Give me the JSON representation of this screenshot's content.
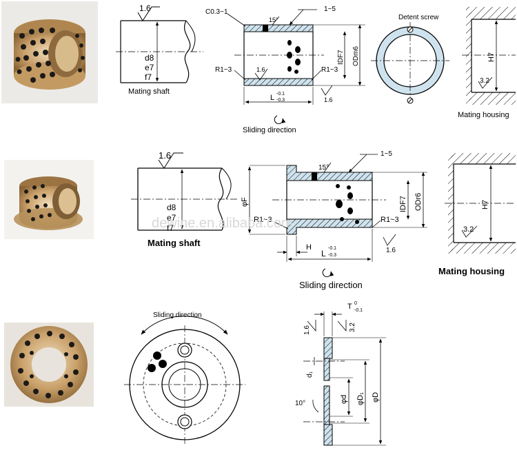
{
  "colors": {
    "bronze": "#c9a06a",
    "bronze_light": "#e6cfa4",
    "graphite": "#1c1a18",
    "liner": "#cfe3ee",
    "watermark": "#d8d8d8"
  },
  "icons": {
    "rotation": "rotation-arrow-icon",
    "roughness": "surface-roughness-icon",
    "screw": "detent-screw-icon"
  },
  "watermark": "dewine.en.alibaba.com",
  "row1": {
    "shaft": {
      "roughness": "1.6",
      "fits": [
        "d8",
        "e7",
        "f7"
      ],
      "caption": "Mating shaft"
    },
    "bushing": {
      "chamfer": "C0.3~1",
      "angle": "15°",
      "groove": "1~5",
      "radius_left": "R1~3",
      "radius_right": "R1~3",
      "roughness_inner": "1.6",
      "roughness_end": "1.6",
      "length": "L",
      "tol_upper": "-0.1",
      "tol_lower": "-0.3",
      "inner_dia": "IDF7",
      "outer_dia": "ODm6",
      "caption": "Sliding direction"
    },
    "ring": {
      "label": "Detent screw"
    },
    "housing": {
      "fit": "H7",
      "roughness": "3.2",
      "caption": "Mating housing"
    }
  },
  "row2": {
    "shaft": {
      "roughness": "1.6",
      "fits": [
        "d8",
        "e7",
        "f7"
      ],
      "caption": "Mating shaft"
    },
    "bushing": {
      "angle": "15°",
      "groove": "1~5",
      "flange_dia": "φF",
      "radius_left": "R1~3",
      "radius_right": "R1~3",
      "flange_thk": "H",
      "length": "L",
      "tol_upper": "-0.1",
      "tol_lower": "-0.3",
      "inner_dia": "IDF7",
      "outer_dia": "ODr6",
      "roughness_end": "1.6",
      "caption": "Sliding direction"
    },
    "housing": {
      "fit": "H7",
      "roughness": "3.2",
      "caption": "Mating housing"
    }
  },
  "row3": {
    "plate": {
      "caption": "Sliding direction"
    },
    "section": {
      "thickness": "T",
      "tol_upper": "0",
      "tol_lower": "-0.1",
      "roughness_a": "1.6",
      "roughness_b": "3.2",
      "hole": "d₁",
      "angle": "10°",
      "dia_d": "φd",
      "dia_d1": "φD₁",
      "dia_D": "φD"
    }
  }
}
